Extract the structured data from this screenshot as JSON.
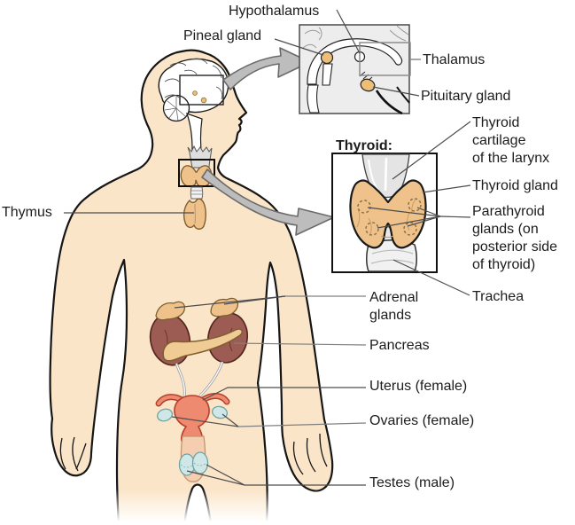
{
  "figure": {
    "inset_title": "Thyroid:"
  },
  "labels": {
    "hypothalamus": "Hypothalamus",
    "pineal_gland": "Pineal gland",
    "thalamus": "Thalamus",
    "pituitary_gland": "Pituitary gland",
    "thyroid_cartilage": {
      "lines": [
        "Thyroid",
        "cartilage",
        "of the larynx"
      ]
    },
    "thyroid_gland": "Thyroid gland",
    "parathyroid": {
      "lines": [
        "Parathyroid",
        "glands (on",
        "posterior side",
        "of thyroid)"
      ]
    },
    "trachea": "Trachea",
    "thymus": "Thymus",
    "adrenal": {
      "lines": [
        "Adrenal",
        "glands"
      ]
    },
    "pancreas": "Pancreas",
    "uterus": "Uterus (female)",
    "ovaries": "Ovaries (female)",
    "testes": "Testes (male)"
  },
  "colors": {
    "skin": "#fbe5c9",
    "organ_tan": "#eec28a",
    "pancreas_tan": "#f0cb94",
    "kidney": "#9c5b53",
    "uterus_coral": "#ee8a70",
    "repro_blue": "#cfe8e7",
    "inset_bg": "#ededed",
    "cartilage_gray": "#e4e4e4",
    "arrow_gray": "#bdbdbd",
    "leader_line": "#4d4d4d"
  }
}
